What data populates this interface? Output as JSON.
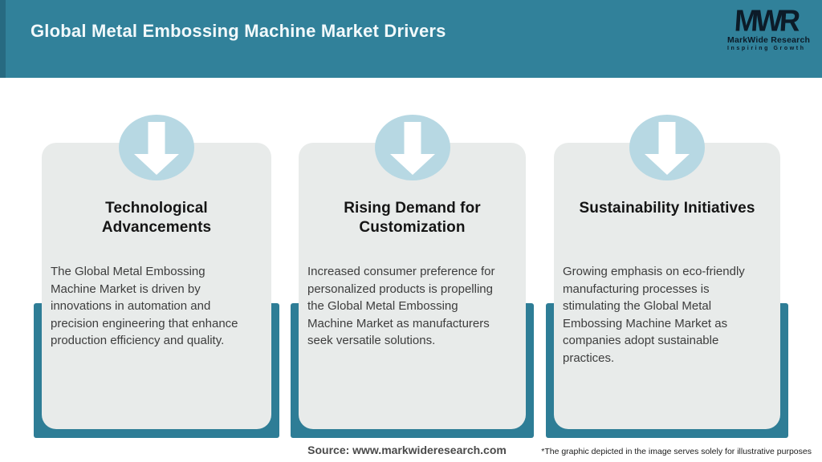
{
  "header": {
    "title": "Global Metal Embossing Machine Market Drivers",
    "logo": {
      "monogram": "MWR",
      "name": "MarkWide Research",
      "tagline": "Inspiring Growth"
    }
  },
  "cards": [
    {
      "icon": "down-arrow-icon",
      "title": "Technological Advancements",
      "body": "The Global Metal Embossing Machine Market is driven by innovations in automation and precision engineering that enhance production efficiency and quality."
    },
    {
      "icon": "down-arrow-icon",
      "title": "Rising Demand for Customization",
      "body": "Increased consumer preference for personalized products is propelling the Global Metal Embossing Machine Market as manufacturers seek versatile solutions."
    },
    {
      "icon": "down-arrow-icon",
      "title": "Sustainability Initiatives",
      "body": "Growing emphasis on eco-friendly manufacturing processes is stimulating the Global Metal Embossing Machine Market as companies adopt sustainable practices."
    }
  ],
  "footer": {
    "source": "Source: www.markwideresearch.com",
    "disclaimer": "*The graphic depicted in the image serves solely for illustrative purposes"
  },
  "colors": {
    "header_teal": "#31819A",
    "panel_teal": "#2E7D96",
    "circle_blue": "#B7D8E3",
    "card_gray": "#E8EBEA"
  }
}
